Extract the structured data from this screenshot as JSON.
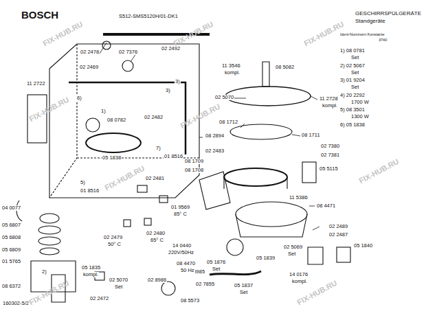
{
  "diagram": {
    "title": "GESCHIRRSPÜLGERÄTE",
    "labels": [
      "BOSCH",
      "S512-SMS5120H/01-DK1",
      "Standgeräte",
      "Ident-Nummern Konstante",
      "3740",
      "1) 08 0781",
      "Set",
      "2) 02 5067",
      "Set",
      "3) 01 9204",
      "Set",
      "4) 20 2292",
      "1700 W",
      "5) 08 3501",
      "1300 W",
      "6) 05 1838",
      "02 2478",
      "02 7376",
      "02 2492",
      "11 2722",
      "02 2469",
      "6)",
      "1)",
      "3)",
      "3)",
      "02 2482",
      "08 2894",
      "08 0782",
      "05 1838",
      "7)",
      "01 8516",
      "02 2483",
      "5)",
      "01 8516",
      "02 2481",
      "04 0077",
      "05 6807",
      "05 6808",
      "05 6809",
      "01 5765",
      "08 6372",
      "01 9569",
      "85° C",
      "02 2479",
      "50° C",
      "02 2480",
      "65° C",
      "05 1835",
      "kompl.",
      "2)",
      "02 5070",
      "Set",
      "02 8985",
      "02 8986",
      "08 5573",
      "02 2472",
      "160302-5/2",
      "11 3546",
      "kompl.",
      "08 5082",
      "02 5070",
      "11 2728",
      "kompl.",
      "08 1712",
      "08 1711",
      "02 7380",
      "02 7381",
      "08 1709",
      "08 1708",
      "05 5115",
      "11 5386",
      "08 4471",
      "14 0440",
      "220V/50Hz",
      "08 4470",
      "50 Hz",
      "05 1876",
      "Set",
      "02 2489",
      "02 2487",
      "05 1840",
      "02 5069",
      "Set",
      "05 1839",
      "02 7855",
      "14 0176",
      "kompl.",
      "05 1837",
      "Set",
      "FIX-HUB.RU",
      "FIX-HUB.RU",
      "FIX-HUB.RU",
      "FIX-HUB.RU",
      "FIX-HUB.RU",
      "FIX-HUB.RU",
      "FIX-HUB.RU",
      "FIX-HUB.RU",
      "FIX-HUB.RU"
    ]
  }
}
